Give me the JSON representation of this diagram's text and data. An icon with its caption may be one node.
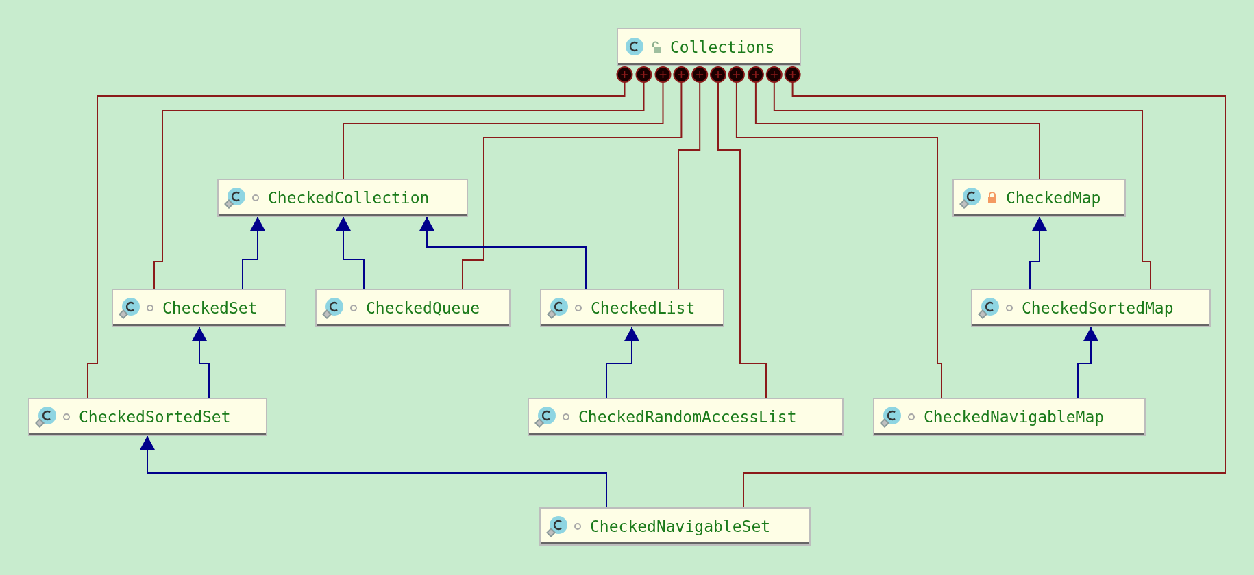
{
  "diagram": {
    "nodes": [
      {
        "text": [
          "Collections"
        ]
      },
      {
        "text": [
          "CheckedCollection"
        ]
      },
      {
        "text": [
          "CheckedMap"
        ]
      },
      {
        "text": [
          "CheckedSet"
        ]
      },
      {
        "text": [
          "CheckedQueue"
        ]
      },
      {
        "text": [
          "CheckedList"
        ]
      },
      {
        "text": [
          "CheckedSortedMap"
        ]
      },
      {
        "text": [
          "CheckedSortedSet"
        ]
      },
      {
        "text": [
          "CheckedRandomAccessList"
        ]
      },
      {
        "text": [
          "CheckedNavigableMap"
        ]
      },
      {
        "text": [
          "CheckedNavigableSet"
        ]
      }
    ],
    "edges": [
      {
        "from": 0,
        "to": 7,
        "arrow": "other"
      },
      {
        "from": 0,
        "to": 3,
        "arrow": "other"
      },
      {
        "from": 0,
        "to": 1,
        "arrow": "other"
      },
      {
        "from": 0,
        "to": 4,
        "arrow": "other"
      },
      {
        "from": 0,
        "to": 5,
        "arrow": "other"
      },
      {
        "from": 0,
        "to": 8,
        "arrow": "other"
      },
      {
        "from": 0,
        "to": 9,
        "arrow": "other"
      },
      {
        "from": 0,
        "to": 2,
        "arrow": "other"
      },
      {
        "from": 0,
        "to": 6,
        "arrow": "other"
      },
      {
        "from": 0,
        "to": 10,
        "arrow": "other"
      },
      {
        "from": 3,
        "to": 1,
        "arrow": "to",
        "color": "#00008b"
      },
      {
        "from": 4,
        "to": 1,
        "arrow": "to",
        "color": "#00008b"
      },
      {
        "from": 5,
        "to": 1,
        "arrow": "to",
        "color": "#00008b"
      },
      {
        "from": 7,
        "to": 3,
        "arrow": "to",
        "color": "#00008b"
      },
      {
        "from": 8,
        "to": 5,
        "arrow": "to",
        "color": "#00008b"
      },
      {
        "from": 6,
        "to": 2,
        "arrow": "to",
        "color": "#00008b"
      },
      {
        "from": 9,
        "to": 6,
        "arrow": "to",
        "color": "#00008b"
      },
      {
        "from": 10,
        "to": 7,
        "arrow": "to",
        "color": "#00008b"
      }
    ]
  }
}
